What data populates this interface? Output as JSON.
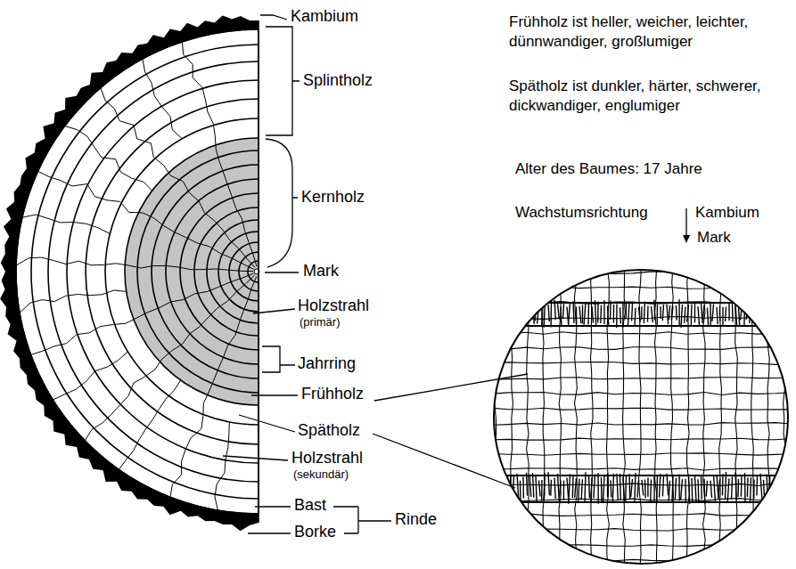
{
  "diagram": {
    "labels": [
      "Frühholz ist heller, weicher, leichter, dünnwandiger, großlumiger",
      "Spätholz ist dunkler, härter, schwerer, dickwandiger, englumiger",
      "Alter des Baumes: 17 Jahre",
      "Wachstumsrichtung",
      "Kambium",
      "Mark",
      "Kambium",
      "Splintholz",
      "Kernholz",
      "Mark",
      "Holzstrahl",
      "(primär)",
      "Jahrring",
      "Frühholz",
      "Spätholz",
      "Holzstrahl",
      "(sekundär)",
      "Bast",
      "Borke",
      "Rinde"
    ]
  }
}
